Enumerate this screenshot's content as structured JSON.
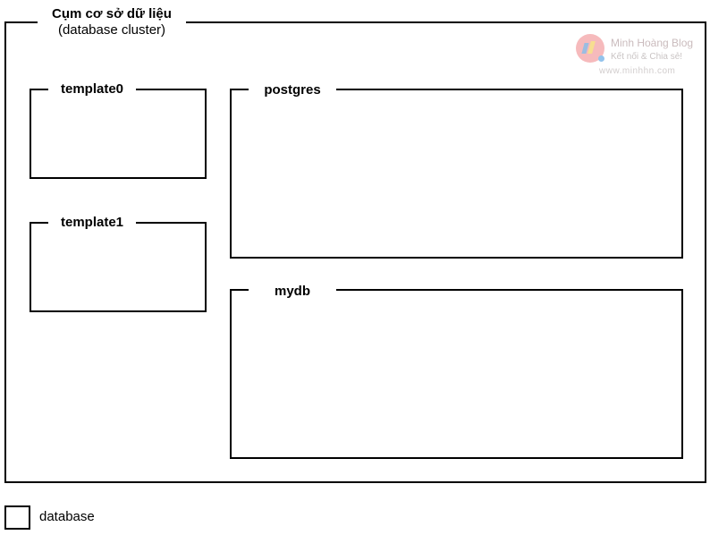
{
  "cluster": {
    "title": "Cụm cơ sở dữ liệu",
    "subtitle": "(database cluster)"
  },
  "databases": [
    "template0",
    "template1",
    "postgres",
    "mydb"
  ],
  "legend": {
    "label": "database"
  },
  "watermark": {
    "name": "Minh Hoàng Blog",
    "tagline": "Kết nối & Chia sẻ!",
    "url": "www.minhhn.com"
  }
}
